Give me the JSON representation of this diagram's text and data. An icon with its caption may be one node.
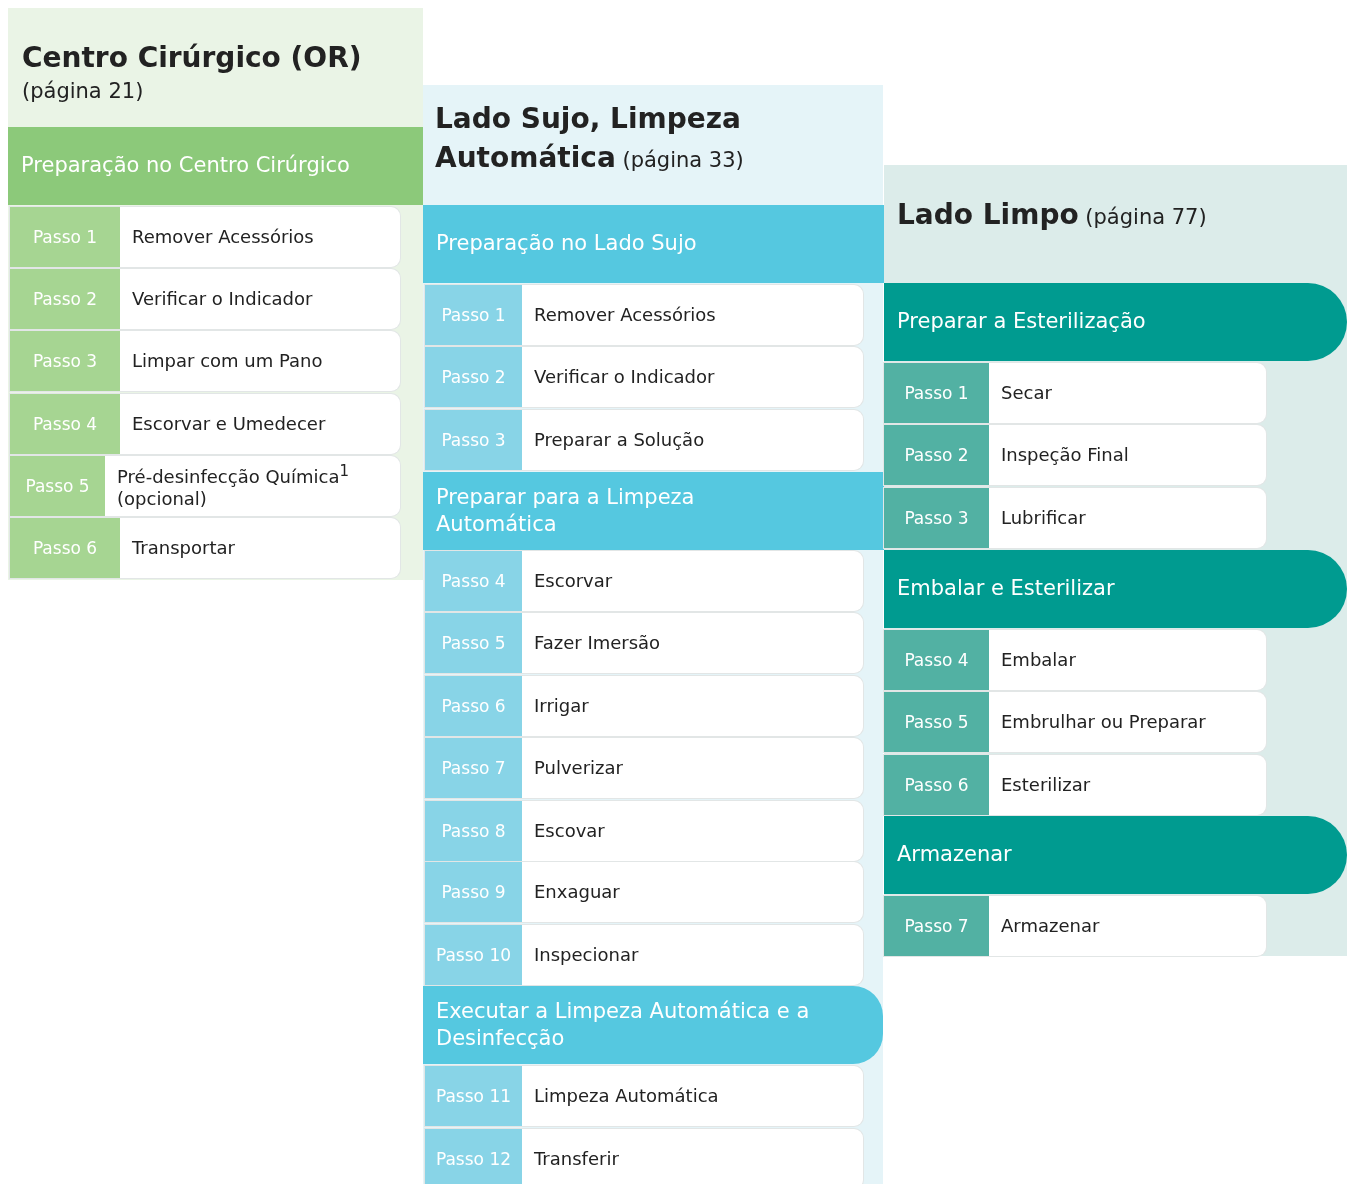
{
  "diagram": {
    "nodes": [
      {
        "text": [
          "**Centro Cirúrgico (OR)** (página 21)"
        ]
      },
      {
        "text": [
          "Preparação no Centro Cirúrgico"
        ],
        "in": 0
      },
      {
        "text": [
          "Passo 1",
          "Remover Acessórios"
        ],
        "in": 0
      },
      {
        "text": [
          "Passo 2",
          "Verificar o Indicador"
        ],
        "in": 0
      },
      {
        "text": [
          "Passo 3",
          "Limpar com um Pano"
        ],
        "in": 0
      },
      {
        "text": [
          "Passo 4",
          "Escorvar e Umedecer"
        ],
        "in": 0
      },
      {
        "text": [
          "Passo 5",
          "Pré-desinfecção Química$^{1}$ (opcional)"
        ],
        "in": 0
      },
      {
        "text": [
          "Passo 6",
          "Transportar"
        ],
        "in": 0
      },
      {
        "text": [
          "**Lado Sujo, Limpeza Automática** (página 33)"
        ]
      },
      {
        "text": [
          "Preparação no Lado Sujo"
        ],
        "in": 8
      },
      {
        "text": [
          "Passo 1",
          "Remover Acessórios"
        ],
        "in": 8
      },
      {
        "text": [
          "Passo 2",
          "Verificar o Indicador"
        ],
        "in": 8
      },
      {
        "text": [
          "Passo 3",
          "Preparar a Solução"
        ],
        "in": 8
      },
      {
        "text": [
          "Preparar para a Limpeza Automática"
        ],
        "in": 8
      },
      {
        "text": [
          "Passo 4",
          "Escorvar"
        ],
        "in": 8
      },
      {
        "text": [
          "Passo 5",
          "Fazer Imersão"
        ],
        "in": 8
      },
      {
        "text": [
          "Passo 6",
          "Irrigar"
        ],
        "in": 8
      },
      {
        "text": [
          "Passo 7",
          "Pulverizar"
        ],
        "in": 8
      },
      {
        "text": [
          "Passo 8",
          "Escovar"
        ],
        "in": 8
      },
      {
        "text": [
          "Passo 9",
          "Enxaguar"
        ],
        "in": 8
      },
      {
        "text": [
          "Passo 10",
          "Inspecionar"
        ],
        "in": 8
      },
      {
        "text": [
          "Executar a Limpeza Automática e a Desinfecção"
        ],
        "in": 8
      },
      {
        "text": [
          "Passo 11",
          "Limpeza Automática"
        ],
        "in": 8
      },
      {
        "text": [
          "Passo 12",
          "Transferir"
        ],
        "in": 8
      },
      {
        "text": [
          "**Lado Limpo** (página 77)"
        ]
      },
      {
        "text": [
          "Preparar a Esterilização"
        ],
        "in": 24
      },
      {
        "text": [
          "Passo 1",
          "Secar"
        ],
        "in": 24
      },
      {
        "text": [
          "Passo 2",
          "Inspeção Final"
        ],
        "in": 24
      },
      {
        "text": [
          "Passo 3",
          "Lubrificar"
        ],
        "in": 24
      },
      {
        "text": [
          "Embalar e Esterilizar"
        ],
        "in": 24
      },
      {
        "text": [
          "Passo 4",
          "Embalar"
        ],
        "in": 24
      },
      {
        "text": [
          "Passo 5",
          "Embrulhar ou Preparar"
        ],
        "in": 24
      },
      {
        "text": [
          "Passo 6",
          "Esterilizar"
        ],
        "in": 24
      },
      {
        "text": [
          "Armazenar"
        ],
        "in": 24
      },
      {
        "text": [
          "Passo 7",
          "Armazenar"
        ],
        "in": 24
      }
    ],
    "edges": []
  }
}
